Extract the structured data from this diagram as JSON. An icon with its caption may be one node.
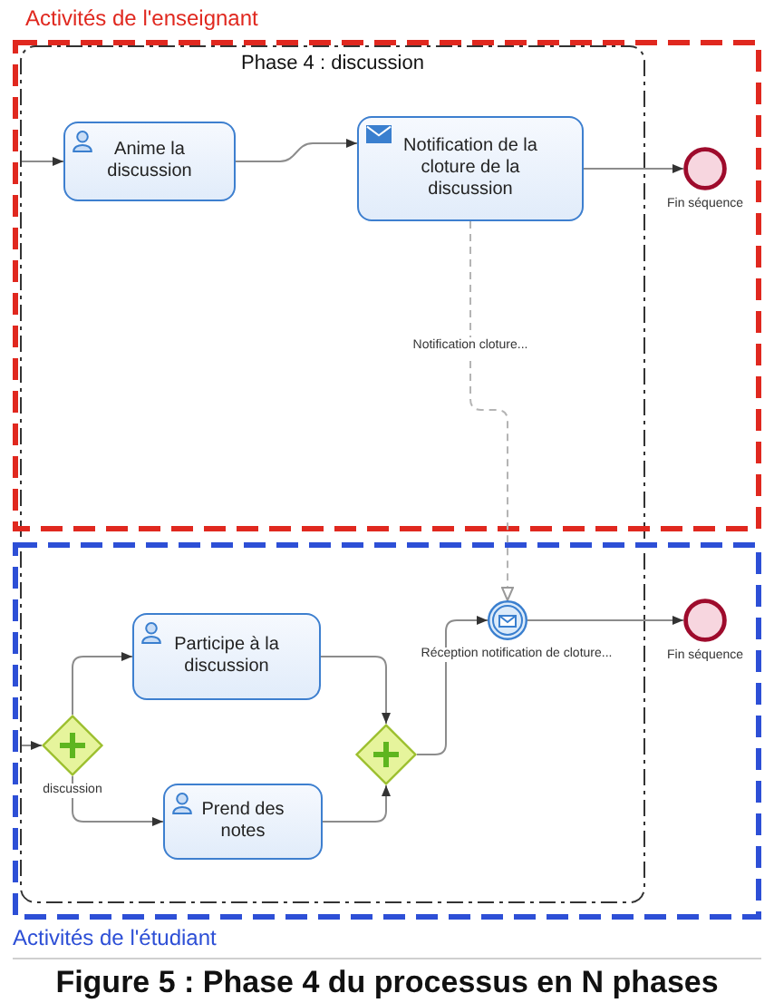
{
  "diagram": {
    "caption": "Figure 5 : Phase 4 du processus en N phases",
    "nodes": [
      {
        "text": [
          "Activités de l'enseignant"
        ]
      },
      {
        "text": [
          "Anime la discussion"
        ],
        "in": 0
      },
      {
        "text": [
          "Notification de la cloture de la discussion"
        ],
        "in": 0
      },
      {
        "text": [],
        "shape": "circle",
        "beside": [
          "Fin séquence"
        ],
        "in": 0
      },
      {
        "text": [
          "Activités de l'étudiant"
        ]
      },
      {
        "text": [
          "Participe à la discussion"
        ],
        "in": 4
      },
      {
        "text": [],
        "shape": "circle",
        "beside": [
          "Réception notification de cloture..."
        ],
        "in": 4
      },
      {
        "text": [],
        "shape": "circle",
        "beside": [
          "Fin séquence"
        ],
        "in": 4
      },
      {
        "text": [],
        "shape": "diamond",
        "beside": [
          "discussion"
        ],
        "in": 4
      },
      {
        "text": [],
        "shape": "diamond",
        "in": 4
      },
      {
        "text": [
          "Prend des notes"
        ],
        "in": 4
      }
    ],
    "edges": [
      {
        "from": null,
        "to": 1,
        "arrow": "to"
      },
      {
        "from": 1,
        "to": 2,
        "arrow": "to"
      },
      {
        "from": 2,
        "to": 3,
        "arrow": "to"
      },
      {
        "from": 2,
        "to": 6,
        "arrow": "to",
        "label": "Notification cloture...",
        "style": "dashed",
        "color": "#b4b4b4"
      },
      {
        "from": null,
        "to": 8,
        "arrow": "to"
      },
      {
        "from": 8,
        "to": 5,
        "arrow": "to"
      },
      {
        "from": 8,
        "to": 10,
        "arrow": "to"
      },
      {
        "from": 5,
        "to": 9,
        "arrow": "to"
      },
      {
        "from": 10,
        "to": 9,
        "arrow": "to"
      },
      {
        "from": 9,
        "to": 6,
        "arrow": "to"
      },
      {
        "from": 6,
        "to": 7,
        "arrow": "to"
      }
    ],
    "labels": [
      "Phase 4 : discussion"
    ]
  }
}
